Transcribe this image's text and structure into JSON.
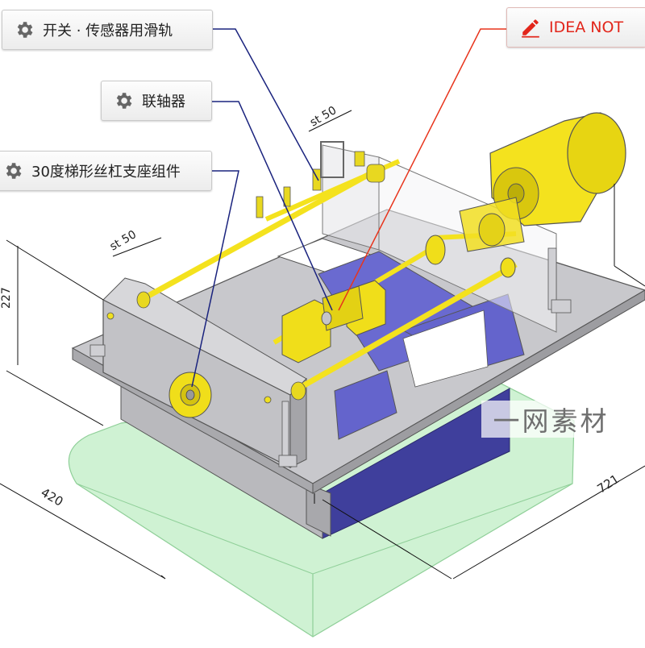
{
  "callouts": {
    "slide_rail": "开关 · 传感器用滑轨",
    "coupling": "联轴器",
    "support": "30度梯形丝杠支座组件",
    "note": "IDEA NOT"
  },
  "dimensions": {
    "stroke_upper": "st 50",
    "stroke_left": "st 50",
    "height": "227",
    "width": "420",
    "depth": "721"
  },
  "watermark": "一网素材",
  "icons": [
    "gear-icon",
    "pencil-icon"
  ],
  "colors": {
    "machine_yellow": "#f4e21e",
    "plate_gray": "#c8c8cc",
    "enclosure_blue": "#3f3f9c",
    "ground_green": "#bfeec4",
    "leader_blue": "#1a237e",
    "note_red": "#e8341c"
  }
}
